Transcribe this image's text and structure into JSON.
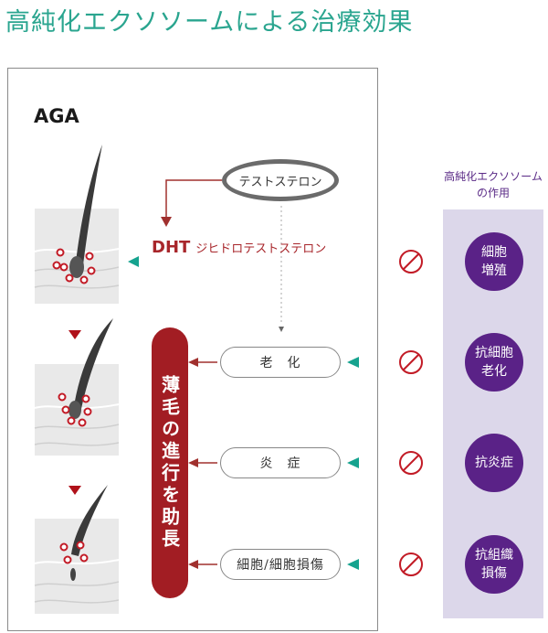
{
  "title": "高純化エクソソームによる治療効果",
  "aga_label": "AGA",
  "panel_header": [
    "高純化エクソソーム",
    "の作用"
  ],
  "testosterone": "テストステロン",
  "dht": {
    "abbr": "DHT",
    "name": "ジヒドロテストステロン"
  },
  "effects": [
    "老　化",
    "炎　症",
    "細胞/細胞損傷"
  ],
  "hair_thinning": "薄毛の進行を助長",
  "actions": [
    {
      "lines": [
        "細胞",
        "増殖"
      ]
    },
    {
      "lines": [
        "抗細胞",
        "老化"
      ]
    },
    {
      "lines": [
        "抗炎症"
      ]
    },
    {
      "lines": [
        "抗組織",
        "損傷"
      ]
    }
  ],
  "colors": {
    "teal": "#2aa58f",
    "purple": "#5a2287",
    "red": "#a21d23",
    "lavender": "#dcd7ea"
  }
}
